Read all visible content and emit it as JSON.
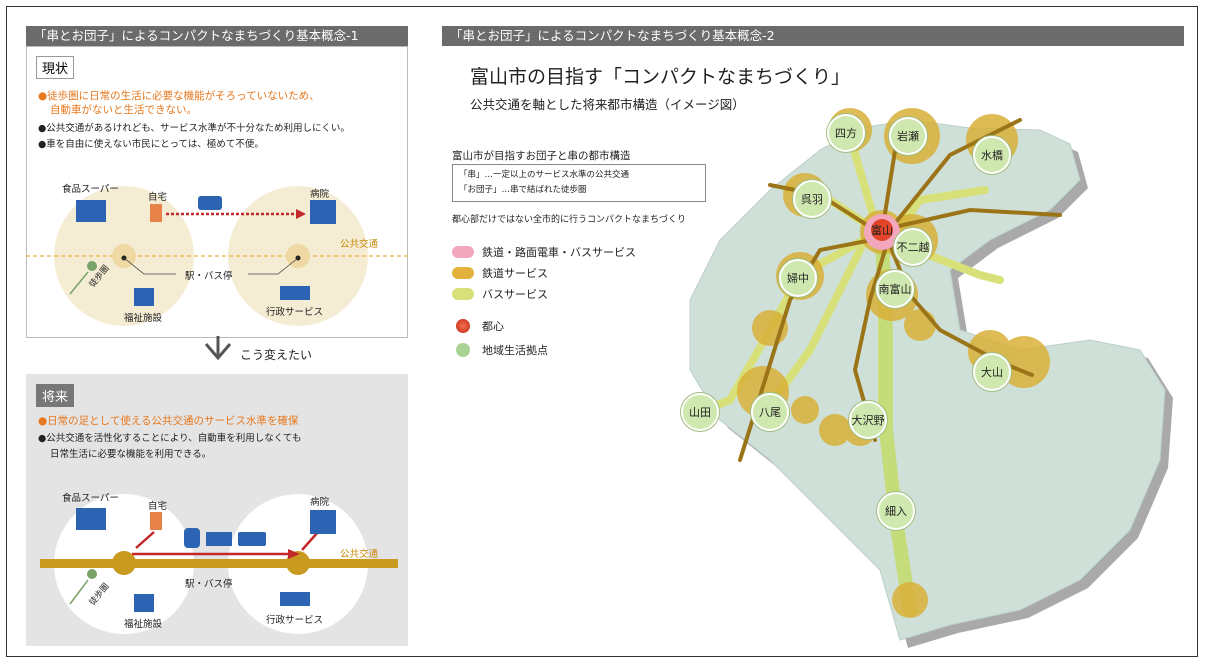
{
  "left": {
    "header1": "「串とお団子」によるコンパクトなまちづくり基本概念-1",
    "current_tag": "現状",
    "current_orange": [
      "●徒歩圏に日常の生活に必要な機能がそろっていないため、",
      "自動車がないと生活できない。"
    ],
    "current_black": [
      "●公共交通があるけれども、サービス水準が不十分なため利用しにくい。",
      "●車を自由に使えない市民にとっては、極めて不便。"
    ],
    "arrow_text": "こう変えたい",
    "future_tag": "将来",
    "future_orange": "●日常の足として使える公共交通のサービス水準を確保",
    "future_black": [
      "●公共交通を活性化することにより、自動車を利用しなくても",
      "日常生活に必要な機能を利用できる。"
    ],
    "diagram_labels": {
      "supermarket": "食品スーパー",
      "home": "自宅",
      "hospital": "病院",
      "public_transport": "公共交通",
      "station": "駅・バス停",
      "walking": "徒歩圏",
      "welfare": "福祉施設",
      "admin": "行政サービス"
    }
  },
  "right": {
    "header2": "「串とお団子」によるコンパクトなまちづくり基本概念-2",
    "title": "富山市の目指す「コンパクトなまちづくり」",
    "subtitle": "公共交通を軸とした将来都市構造（イメージ図）",
    "structure_title": "富山市が目指すお団子と串の都市構造",
    "box_lines": [
      "「串」…一定以上のサービス水準の公共交通",
      "「お団子」…串で結ばれた徒歩圏"
    ],
    "note": "都心部だけではない全市的に行うコンパクトなまちづくり",
    "legend": [
      {
        "label": "鉄道・路面電車・バスサービス",
        "color": "#f2a7bd"
      },
      {
        "label": "鉄道サービス",
        "color": "#e3b23c"
      },
      {
        "label": "バスサービス",
        "color": "#d8e07a"
      }
    ],
    "legend_points": [
      {
        "label": "都心",
        "color": "#e2452a"
      },
      {
        "label": "地域生活拠点",
        "color": "#a9d394"
      }
    ],
    "nodes": {
      "yokata": "四方",
      "iwase": "岩瀬",
      "mizuhashi": "水橋",
      "kureha": "呉羽",
      "toyama": "富山",
      "fujikoshi": "不二越",
      "minamitoyama": "南富山",
      "funyu": "婦中",
      "oyama": "大山",
      "yamada": "山田",
      "yatsuo": "八尾",
      "osawano": "大沢野",
      "hosoiri": "細入"
    }
  }
}
